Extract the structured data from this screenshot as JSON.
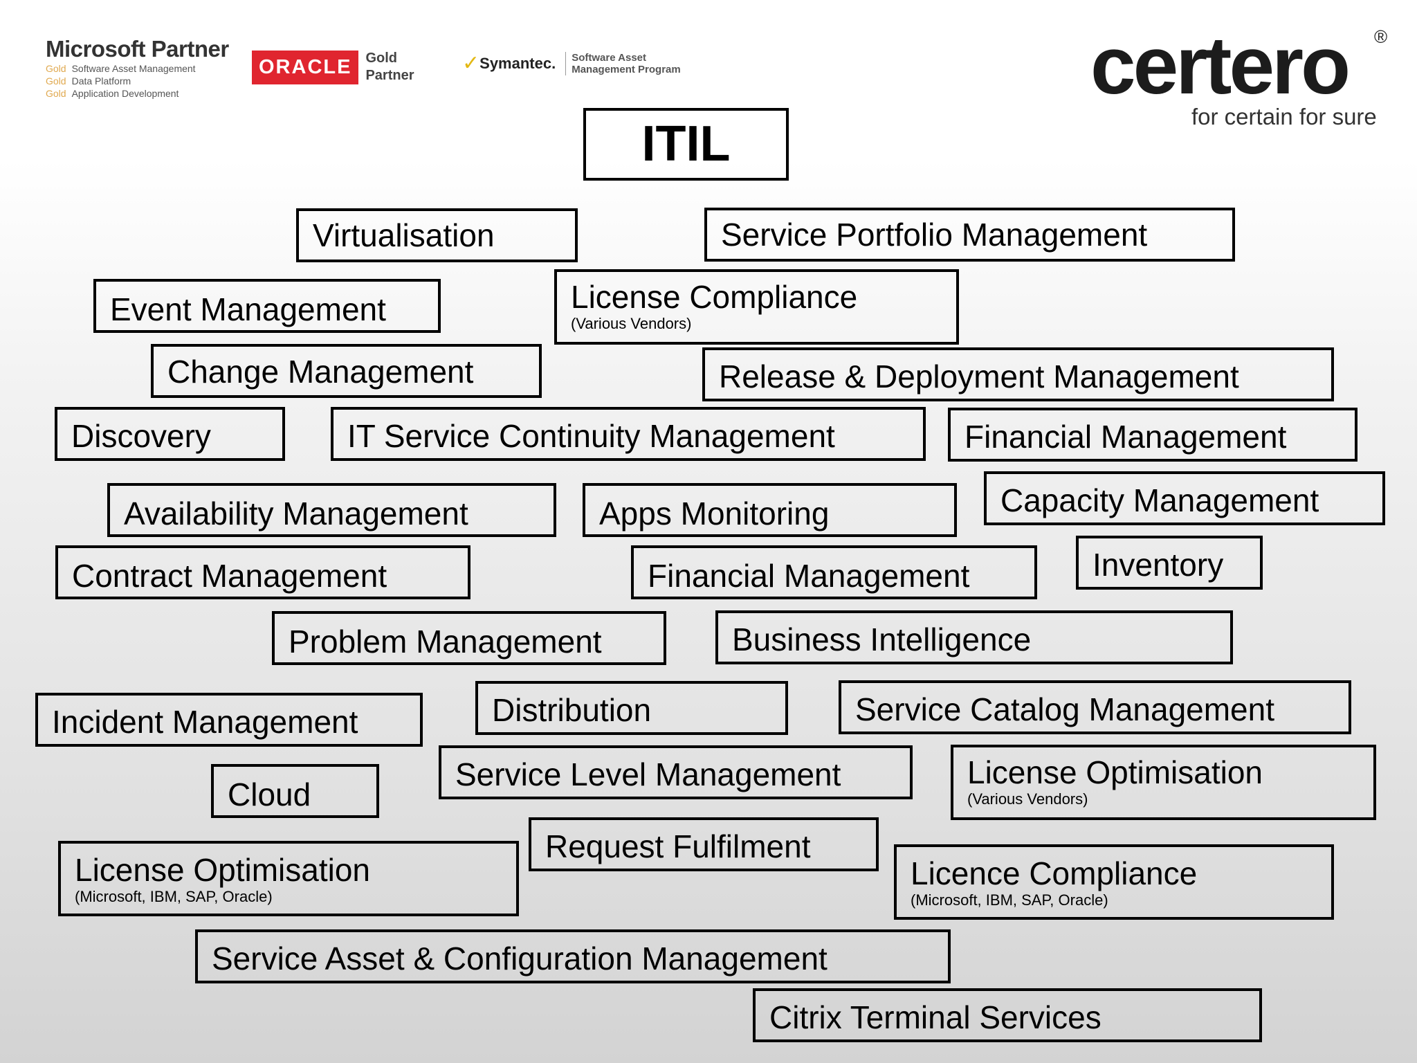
{
  "logos": {
    "microsoft": {
      "title": "Microsoft Partner",
      "competencies": [
        {
          "tier": "Gold",
          "name": "Software Asset Management"
        },
        {
          "tier": "Gold",
          "name": "Data Platform"
        },
        {
          "tier": "Gold",
          "name": "Application Development"
        }
      ]
    },
    "oracle": {
      "badge": "ORACLE",
      "tier_line1": "Gold",
      "tier_line2": "Partner"
    },
    "symantec": {
      "check": "✓",
      "name": "Symantec.",
      "program_line1": "Software Asset",
      "program_line2": "Management Program"
    },
    "certero": {
      "wordmark": "certero",
      "registered": "®",
      "tagline": "for certain for sure"
    }
  },
  "title": "ITIL",
  "boxes": [
    {
      "label": "Virtualisation"
    },
    {
      "label": "Service Portfolio Management"
    },
    {
      "label": "Event Management"
    },
    {
      "label": "License Compliance",
      "sub": "(Various Vendors)"
    },
    {
      "label": "Change Management"
    },
    {
      "label": "Release & Deployment Management"
    },
    {
      "label": "Discovery"
    },
    {
      "label": "IT Service Continuity Management"
    },
    {
      "label": "Financial Management"
    },
    {
      "label": "Availability Management"
    },
    {
      "label": "Apps Monitoring"
    },
    {
      "label": "Capacity Management"
    },
    {
      "label": "Contract Management"
    },
    {
      "label": "Financial Management"
    },
    {
      "label": "Inventory"
    },
    {
      "label": "Problem Management"
    },
    {
      "label": "Business Intelligence"
    },
    {
      "label": "Incident Management"
    },
    {
      "label": "Distribution"
    },
    {
      "label": "Service Catalog Management"
    },
    {
      "label": "Cloud"
    },
    {
      "label": "Service Level Management"
    },
    {
      "label": "License Optimisation",
      "sub": "(Various Vendors)"
    },
    {
      "label": "Request Fulfilment"
    },
    {
      "label": "License Optimisation",
      "sub": "(Microsoft, IBM, SAP, Oracle)"
    },
    {
      "label": "Licence Compliance",
      "sub": "(Microsoft, IBM, SAP, Oracle)"
    },
    {
      "label": "Service Asset & Configuration Management"
    },
    {
      "label": "Citrix Terminal Services"
    }
  ]
}
